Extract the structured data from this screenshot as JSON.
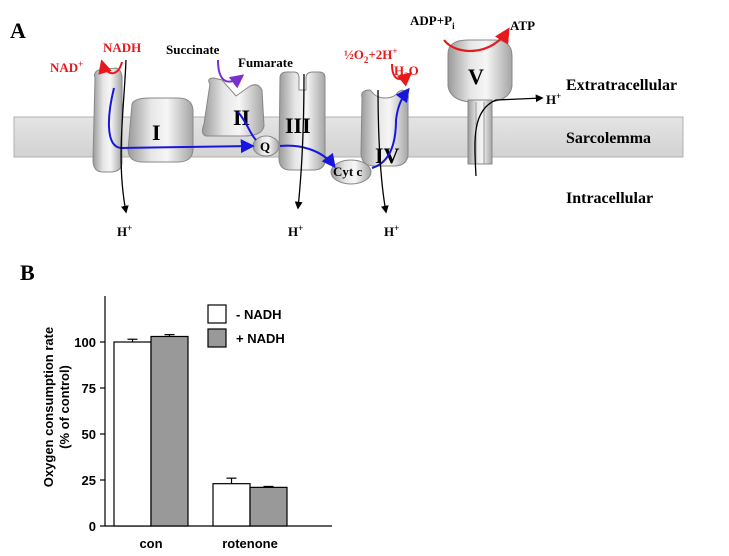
{
  "panel_a": {
    "panel_label": "A",
    "region_labels": {
      "extracellular": "Extratracellular",
      "membrane": "Sarcolemma",
      "intracellular": "Intracellular"
    },
    "complexes": {
      "c1": "I",
      "c2": "II",
      "c3": "III",
      "c4": "IV",
      "c5": "V"
    },
    "carriers": {
      "q": "Q",
      "cytc": "Cyt c"
    },
    "substrates": {
      "nad_base": "NAD",
      "nad_sup": "+",
      "nadh": "NADH",
      "succinate": "Succinate",
      "fumarate": "Fumarate",
      "o2_half": "½O",
      "o2_sub": "2",
      "o2_plus": "+2H",
      "o2_sup": "+",
      "h2o_h": "H",
      "h2o_sub": "2",
      "h2o_o": "O",
      "adp": "ADP+P",
      "adp_sub": "i",
      "atp": "ATP"
    },
    "protons": {
      "base": "H",
      "sup": "+"
    },
    "colors": {
      "red": "#e8191b",
      "blue": "#1616e0",
      "purple": "#7a2fd1",
      "membrane": "#dcdcdc"
    }
  },
  "panel_b": {
    "panel_label": "B",
    "chart_data": {
      "type": "bar",
      "categories": [
        "con",
        "rotenone"
      ],
      "series": [
        {
          "name": "- NADH",
          "values": [
            100,
            23
          ],
          "errors": [
            1.5,
            3
          ],
          "color": "#ffffff"
        },
        {
          "name": "+ NADH",
          "values": [
            103,
            21
          ],
          "errors": [
            1,
            0.5
          ],
          "color": "#999999"
        }
      ],
      "ylabel_line1": "Oxygen consumption rate",
      "ylabel_line2": "(% of control)",
      "yticks": [
        "0",
        "25",
        "50",
        "75",
        "100"
      ],
      "ylim": [
        0,
        125
      ],
      "legend": "top-right"
    }
  }
}
